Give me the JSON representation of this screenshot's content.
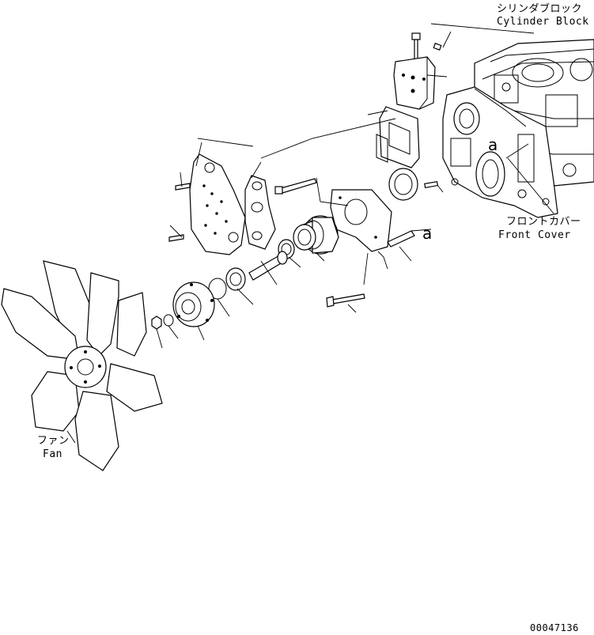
{
  "labels": {
    "cylinder_block_jp": "シリンダブロック",
    "cylinder_block_en": "Cylinder Block",
    "front_cover_jp": "フロントカバー",
    "front_cover_en": "Front Cover",
    "fan_jp": "ファン",
    "fan_en": "Fan",
    "reference_a_1": "a",
    "reference_a_2": "a"
  },
  "drawing_number": "00047136",
  "colors": {
    "line": "#000000",
    "background": "#ffffff"
  }
}
